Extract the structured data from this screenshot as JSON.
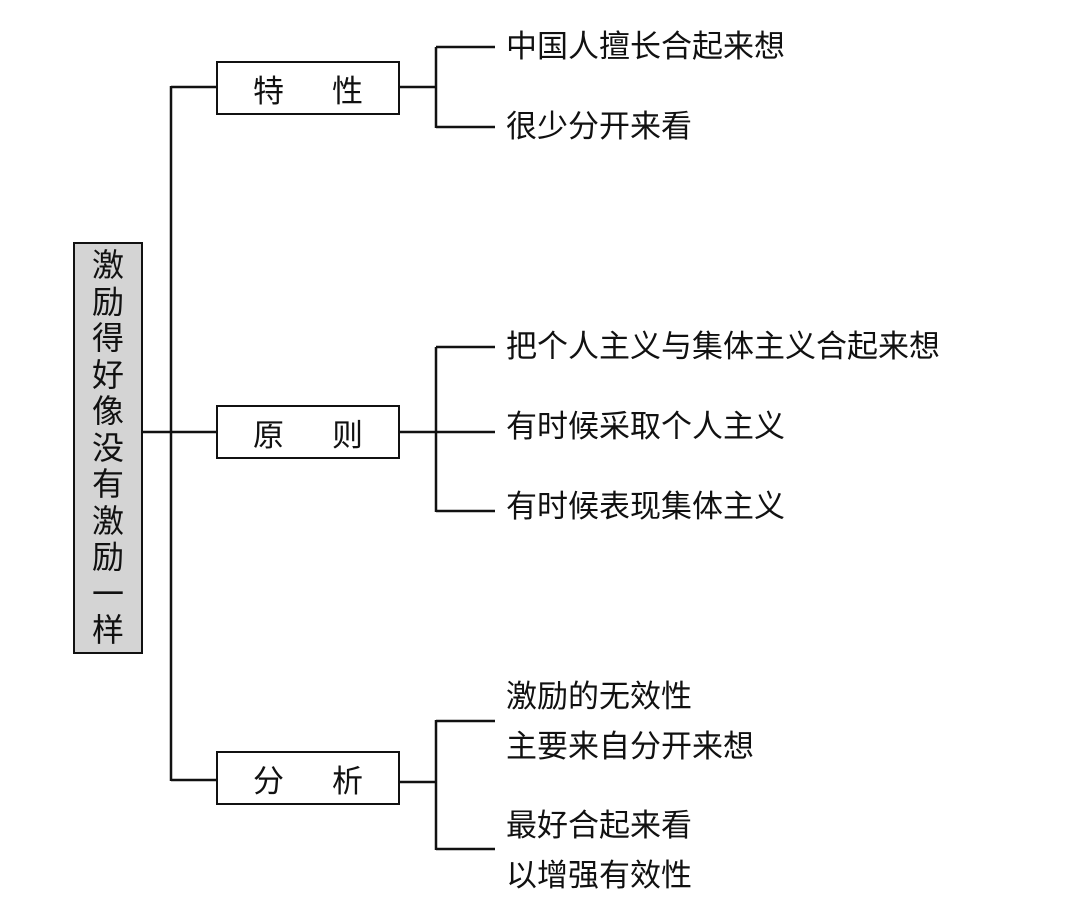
{
  "root": {
    "label": "激励得好像没有激励一样",
    "chars": [
      "激",
      "励",
      "得",
      "好",
      "像",
      "没",
      "有",
      "激",
      "励",
      "一",
      "样"
    ],
    "fill_color": "#d4d4d4"
  },
  "categories": [
    {
      "label": "特 性",
      "chars": [
        "特",
        "性"
      ],
      "items": [
        {
          "lines": [
            "中国人擅长合起来想"
          ]
        },
        {
          "lines": [
            "很少分开来看"
          ]
        }
      ]
    },
    {
      "label": "原 则",
      "chars": [
        "原",
        "则"
      ],
      "items": [
        {
          "lines": [
            "把个人主义与集体主义合起来想"
          ]
        },
        {
          "lines": [
            "有时候采取个人主义"
          ]
        },
        {
          "lines": [
            "有时候表现集体主义"
          ]
        }
      ]
    },
    {
      "label": "分 析",
      "chars": [
        "分",
        "析"
      ],
      "items": [
        {
          "lines": [
            "激励的无效性",
            "主要来自分开来想"
          ]
        },
        {
          "lines": [
            "最好合起来看",
            "以增强有效性"
          ]
        }
      ]
    }
  ]
}
